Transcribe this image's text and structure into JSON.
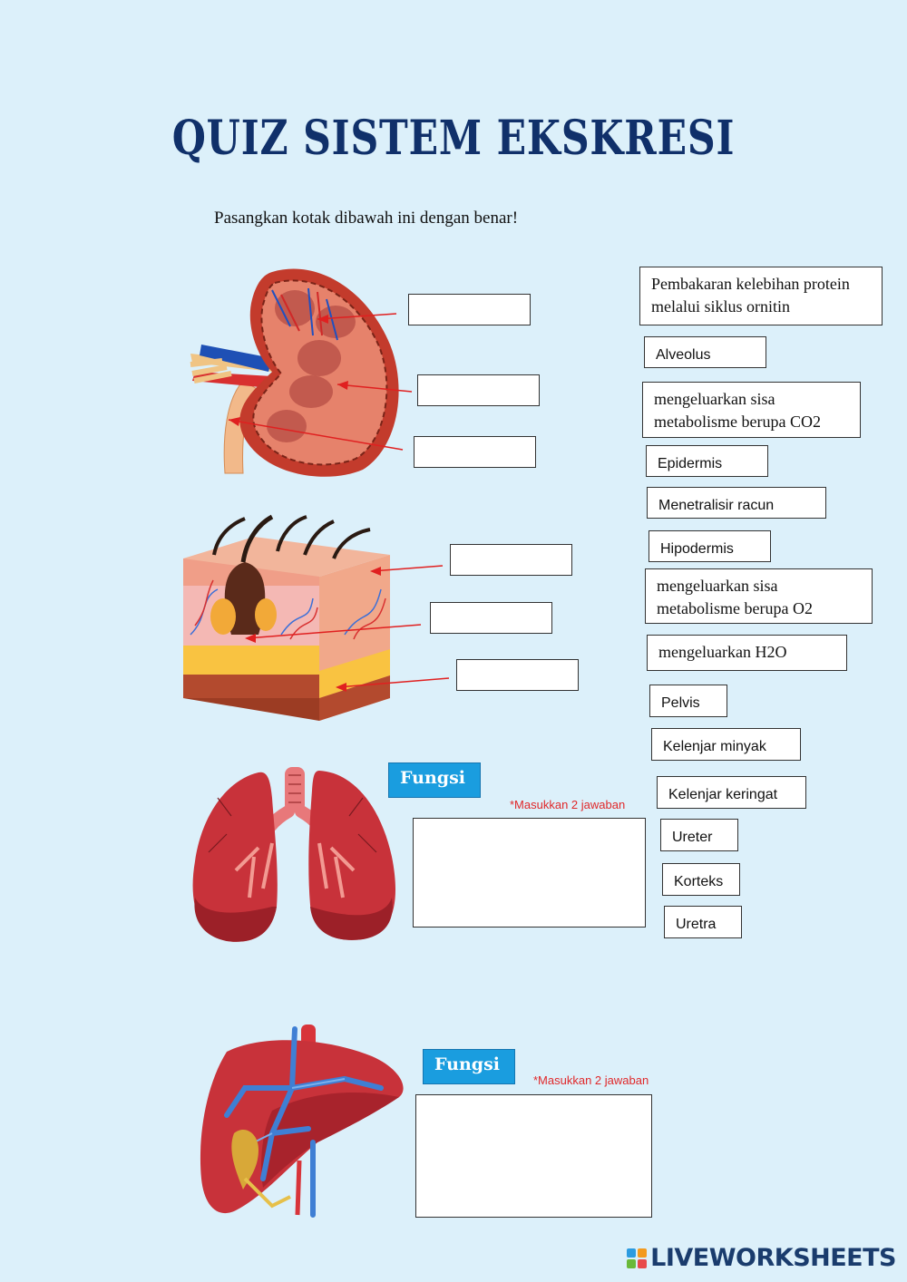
{
  "title": "QUIZ SISTEM EKSKRESI",
  "instruction": "Pasangkan kotak dibawah ini dengan benar!",
  "answer_cards": [
    "Pembakaran kelebihan protein melalui siklus ornitin",
    "Alveolus",
    "mengeluarkan sisa metabolisme berupa CO2",
    "Epidermis",
    "Menetralisir racun",
    "Hipodermis",
    "mengeluarkan sisa metabolisme berupa O2",
    "mengeluarkan H2O",
    "Pelvis",
    "Kelenjar minyak",
    "Kelenjar keringat",
    "Ureter",
    "Korteks",
    "Uretra"
  ],
  "lungs_section": {
    "fungsi_label": "Fungsi",
    "note": "*Masukkan 2 jawaban"
  },
  "liver_section": {
    "fungsi_label": "Fungsi",
    "note": "*Masukkan 2 jawaban"
  },
  "footer": {
    "brand": "LIVEWORKSHEETS"
  },
  "colors": {
    "title": "#10306a",
    "fungsi_bg": "#1a9ddf",
    "note": "#e0282a",
    "background": "#dcf0fa"
  }
}
